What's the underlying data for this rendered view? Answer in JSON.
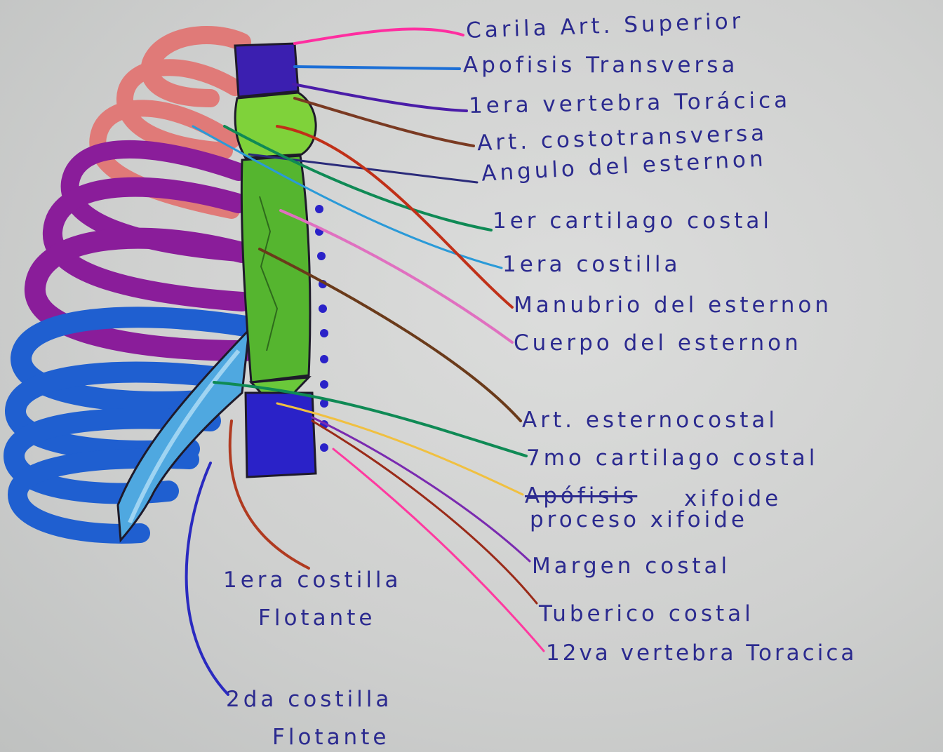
{
  "colors": {
    "paper": "#d4d5d4",
    "ink": "#2b2a8f",
    "outline": "#1e1a2a",
    "upper_ribs": "#e07a78",
    "middle_ribs": "#8a1d9a",
    "lower_ribs": "#1f5fd0",
    "cartilage": "#4fa8e0",
    "manubrium": "#7fd23a",
    "sternum_body": "#55b52f",
    "vertebra": "#3b1fb0",
    "xiphoid": "#2a22c8"
  },
  "labels": [
    {
      "id": "carilla",
      "text": "Carila Art. Superior",
      "line_color": "#ff2ea0"
    },
    {
      "id": "apofisis-transversa",
      "text": "Apofisis Transversa",
      "line_color": "#1c6fd6"
    },
    {
      "id": "1era-vertebra",
      "text": "1era vertebra Torácica",
      "line_color": "#4a1ca8"
    },
    {
      "id": "art-costotransversa",
      "text": "Art. costotransversa",
      "line_color": "#7a3a22"
    },
    {
      "id": "angulo-esternon",
      "text": "Angulo del esternon",
      "line_color": "#2a2a7a"
    },
    {
      "id": "1er-cartilago",
      "text": "1er cartilago costal",
      "line_color": "#0f8a55"
    },
    {
      "id": "1era-costilla",
      "text": "1era costilla",
      "line_color": "#2a9ad8"
    },
    {
      "id": "manubrio",
      "text": "Manubrio del esternon",
      "line_color": "#c03018"
    },
    {
      "id": "cuerpo-esternon",
      "text": "Cuerpo del esternon",
      "line_color": "#e070c0"
    },
    {
      "id": "art-esternocostal",
      "text": "Art. esternocostal",
      "line_color": "#6a3a1a"
    },
    {
      "id": "7mo-cartilago",
      "text": "7mo cartilago costal",
      "line_color": "#0f8a55"
    },
    {
      "id": "apofisis-struck",
      "text": "Apófisis",
      "line_color": "#f0c040"
    },
    {
      "id": "xifoide-1",
      "text": "xifoide",
      "line_color": "#f0c040"
    },
    {
      "id": "proceso-xifoide",
      "text": "proceso xifoide",
      "line_color": "#f0c040"
    },
    {
      "id": "margen-costal",
      "text": "Margen costal",
      "line_color": "#7a2ab0"
    },
    {
      "id": "tuberculo-costal",
      "text": "Tuberico costal",
      "line_color": "#9a2a18"
    },
    {
      "id": "12va-vertebra",
      "text": "12va vertebra Toracica",
      "line_color": "#ff3aa0"
    },
    {
      "id": "1era-flotante-line1",
      "text": "1era costilla",
      "line_color": "#b03a20"
    },
    {
      "id": "1era-flotante-line2",
      "text": "Flotante",
      "line_color": "#b03a20"
    },
    {
      "id": "2da-flotante-line1",
      "text": "2da costilla",
      "line_color": "#2a2ac0"
    },
    {
      "id": "2da-flotante-line2",
      "text": "Flotante",
      "line_color": "#2a2ac0"
    }
  ]
}
